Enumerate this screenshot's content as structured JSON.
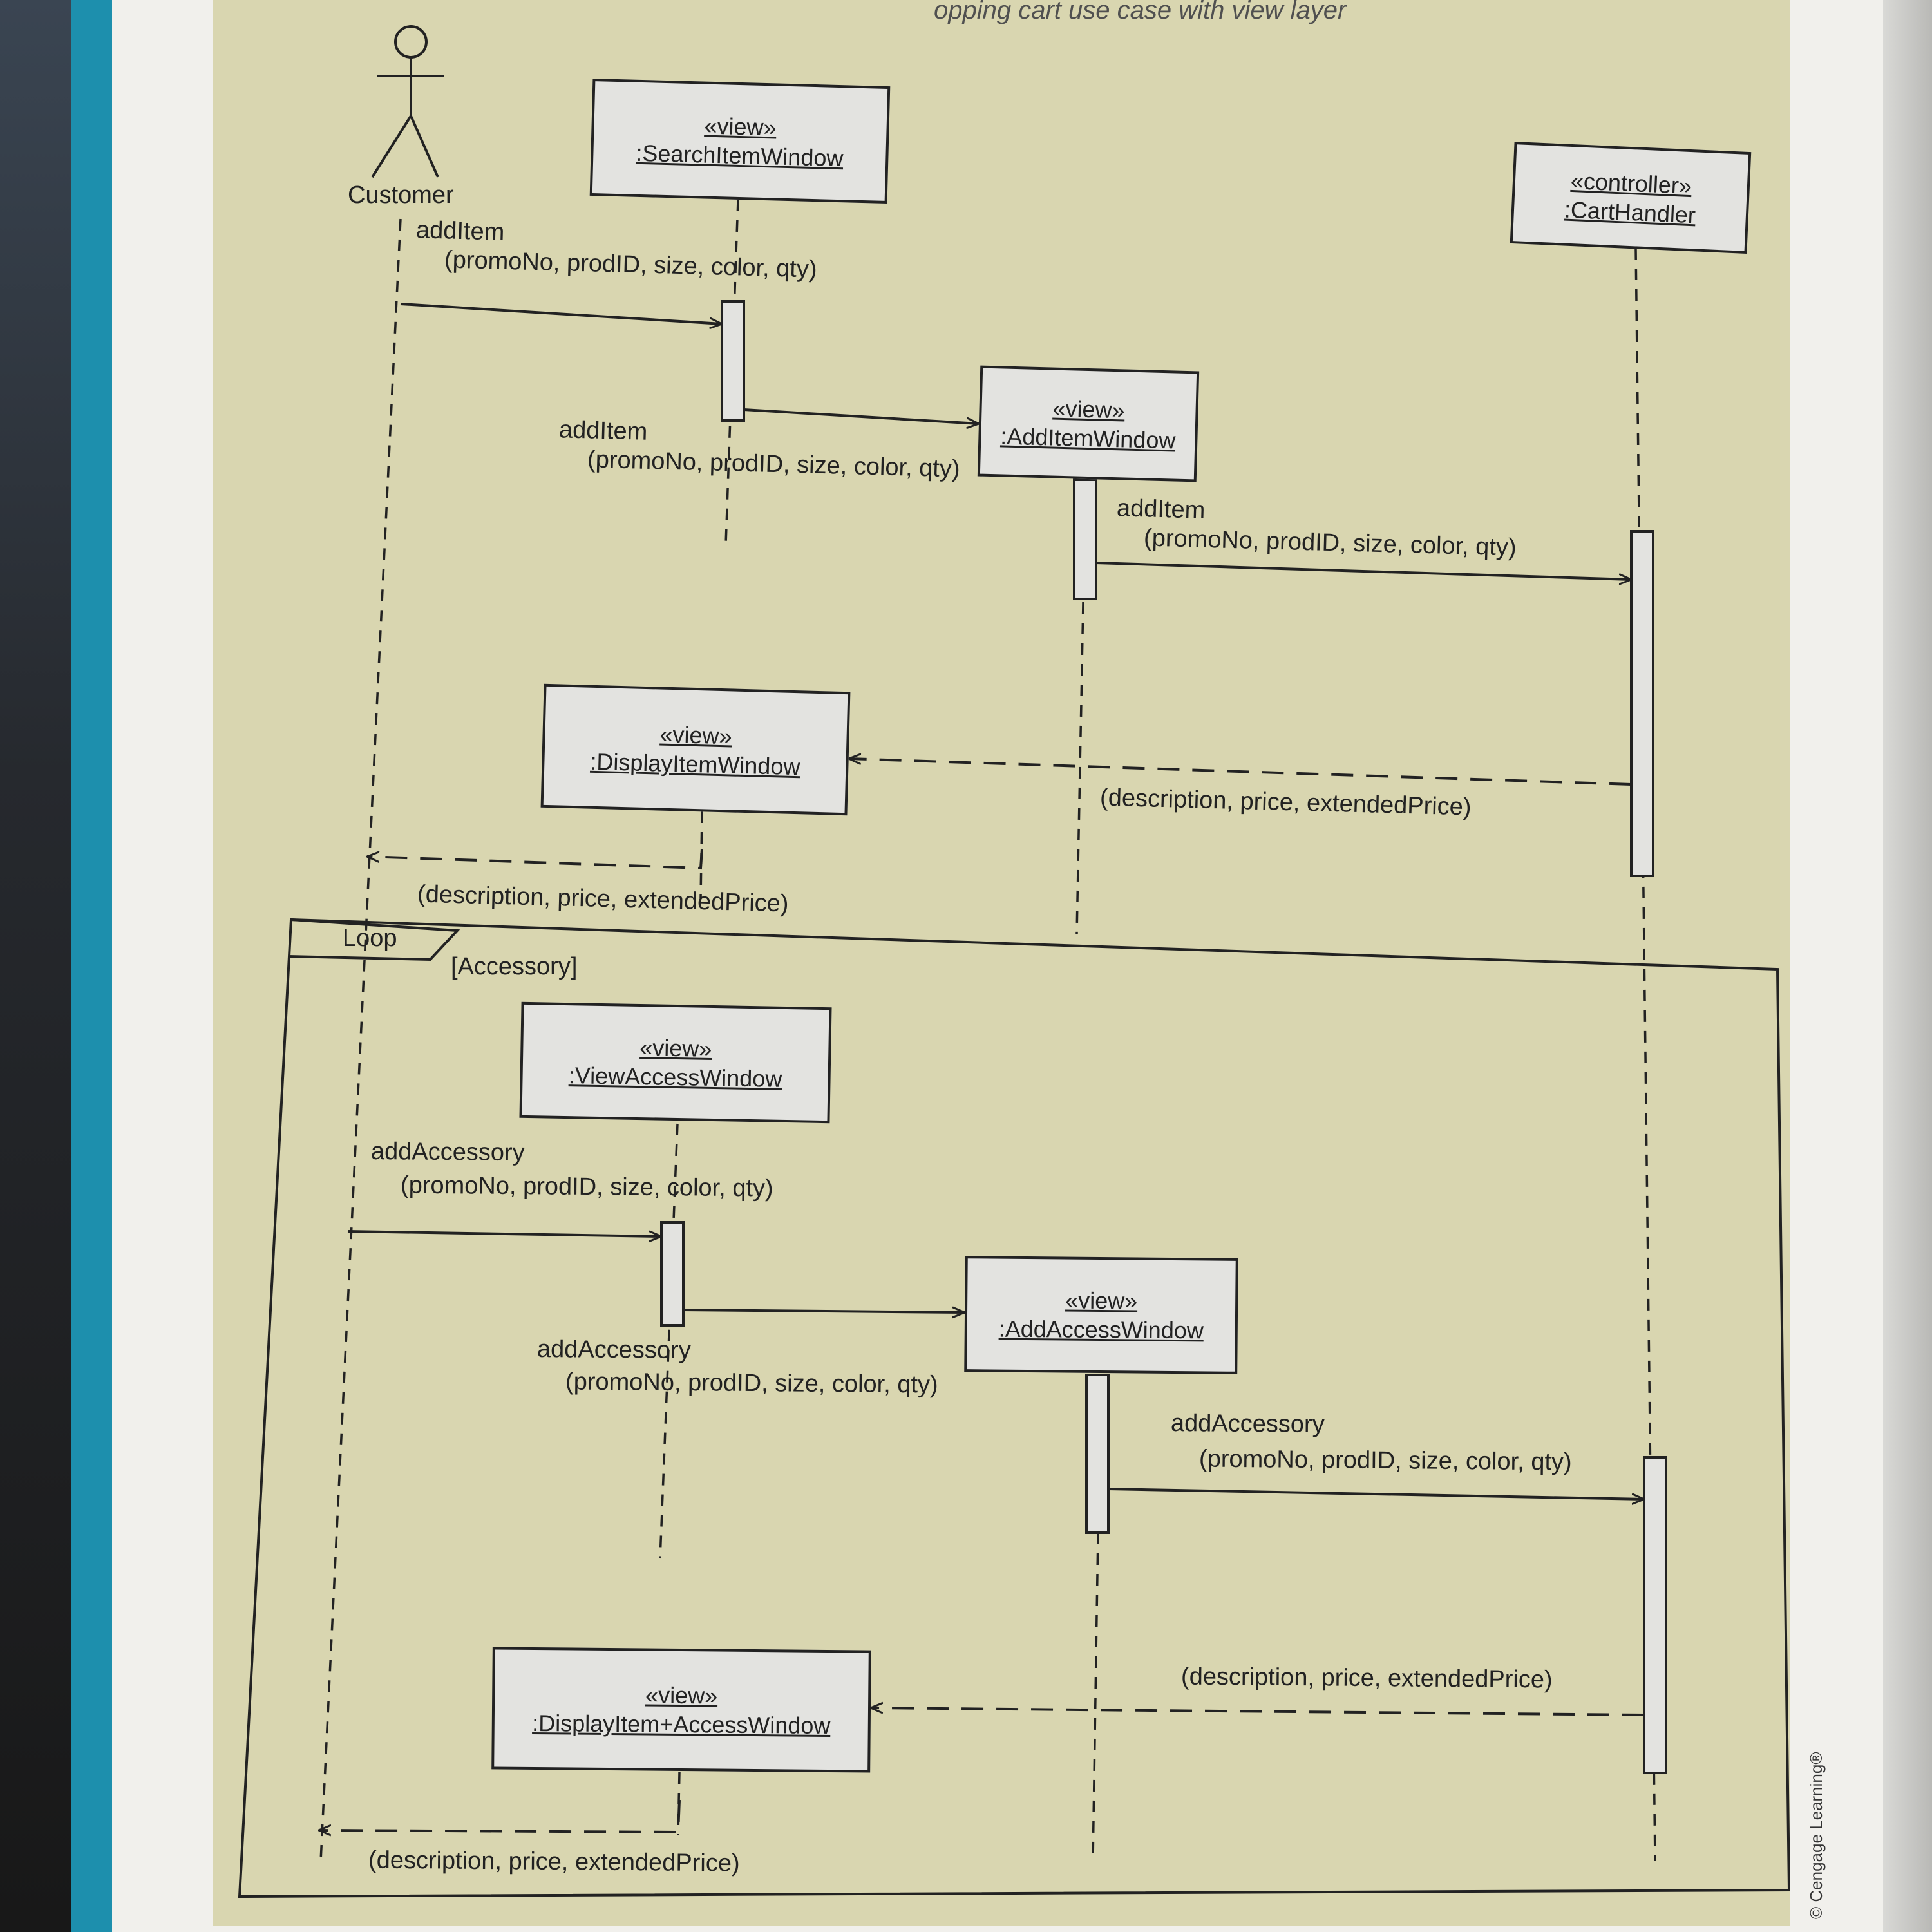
{
  "caption": "opping cart use case with view layer",
  "copyright": "© Cengage Learning®",
  "actor": {
    "name": "Customer"
  },
  "objects": {
    "search": {
      "stereotype": "«view»",
      "name": ":SearchItemWindow"
    },
    "additem": {
      "stereotype": "«view»",
      "name": ":AddItemWindow"
    },
    "cart": {
      "stereotype": "«controller»",
      "name": ":CartHandler"
    },
    "display": {
      "stereotype": "«view»",
      "name": ":DisplayItemWindow"
    },
    "viewaccess": {
      "stereotype": "«view»",
      "name": ":ViewAccessWindow"
    },
    "addaccess": {
      "stereotype": "«view»",
      "name": ":AddAccessWindow"
    },
    "displayaccess": {
      "stereotype": "«view»",
      "name": ":DisplayItem+AccessWindow"
    }
  },
  "loop": {
    "label": "Loop",
    "guard": "[Accessory]"
  },
  "messages": {
    "m1": {
      "name": "addItem",
      "params": "(promoNo, prodID, size, color, qty)"
    },
    "m2": {
      "name": "addItem",
      "params": "(promoNo, prodID, size, color, qty)"
    },
    "m3": {
      "name": "addItem",
      "params": "(promoNo, prodID, size, color, qty)"
    },
    "r1": {
      "text": "(description, price, extendedPrice)"
    },
    "r2": {
      "text": "(description, price, extendedPrice)"
    },
    "m4": {
      "name": "addAccessory",
      "params": "(promoNo, prodID, size, color, qty)"
    },
    "m5": {
      "name": "addAccessory",
      "params": "(promoNo, prodID, size, color, qty)"
    },
    "m6": {
      "name": "addAccessory",
      "params": "(promoNo, prodID, size, color, qty)"
    },
    "r3": {
      "text": "(description, price, extendedPrice)"
    },
    "r4": {
      "text": "(description, price, extendedPrice)"
    }
  }
}
